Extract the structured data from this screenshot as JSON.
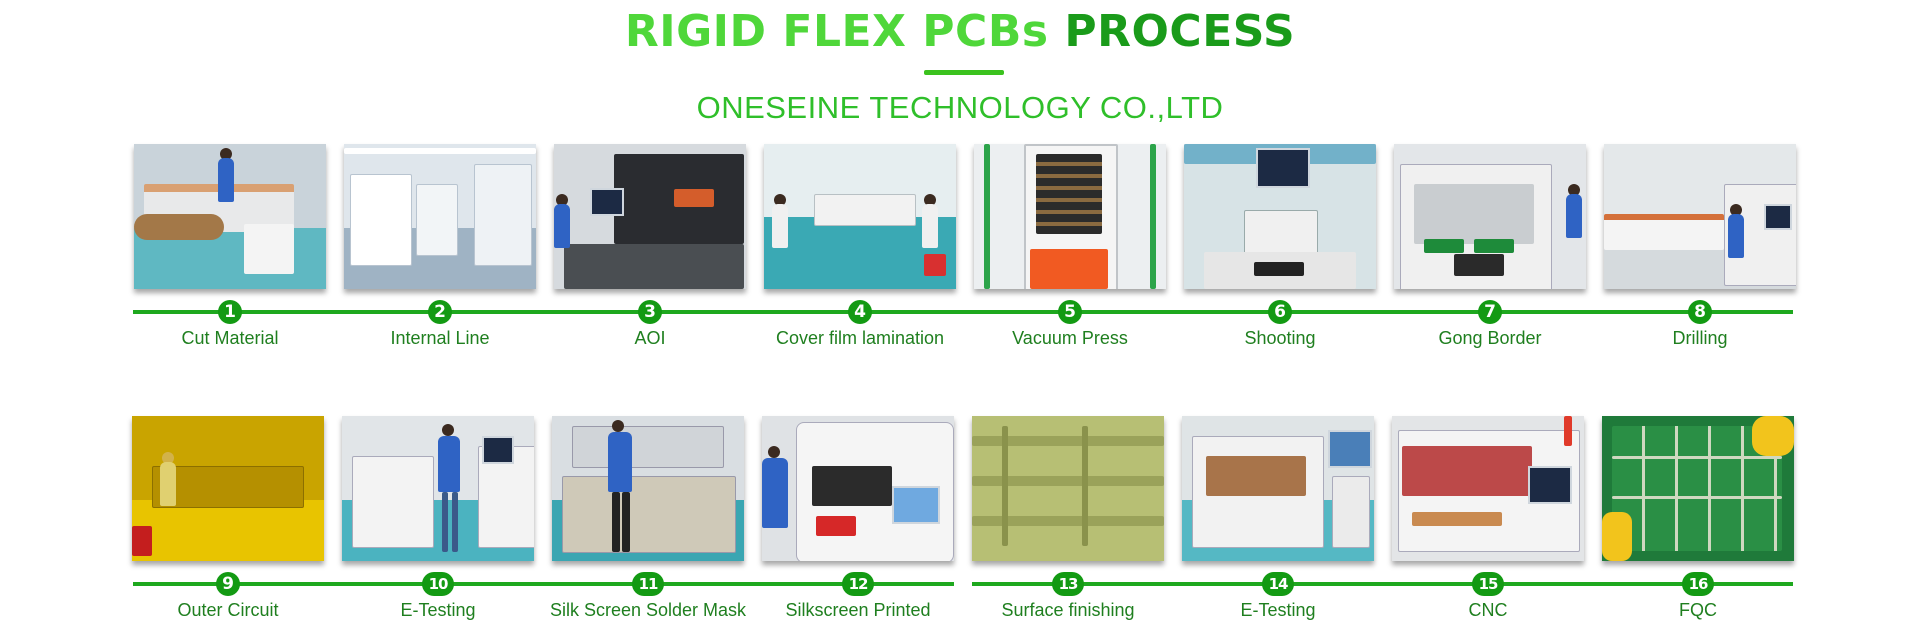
{
  "header": {
    "title_part1": "RIGID FLEX PCBs",
    "title_part2": "PROCESS",
    "subtitle": "ONESEINE TECHNOLOGY CO.,LTD"
  },
  "colors": {
    "title_light_green": "#4fd73a",
    "title_dark_green": "#1a9b1a",
    "accent_green": "#1ea81e",
    "label_green": "#1f7f1f"
  },
  "steps_row1": [
    {
      "number": "1",
      "label": "Cut Material"
    },
    {
      "number": "2",
      "label": "Internal Line"
    },
    {
      "number": "3",
      "label": "AOI"
    },
    {
      "number": "4",
      "label": "Cover film lamination"
    },
    {
      "number": "5",
      "label": "Vacuum Press"
    },
    {
      "number": "6",
      "label": "Shooting"
    },
    {
      "number": "7",
      "label": "Gong Border"
    },
    {
      "number": "8",
      "label": "Drilling"
    }
  ],
  "steps_row2": [
    {
      "number": "9",
      "label": "Outer Circuit"
    },
    {
      "number": "10",
      "label": "E-Testing"
    },
    {
      "number": "11",
      "label": "Silk Screen Solder Mask"
    },
    {
      "number": "12",
      "label": "Silkscreen Printed"
    },
    {
      "number": "13",
      "label": "Surface finishing"
    },
    {
      "number": "14",
      "label": "E-Testing"
    },
    {
      "number": "15",
      "label": "CNC"
    },
    {
      "number": "16",
      "label": "FQC"
    }
  ]
}
